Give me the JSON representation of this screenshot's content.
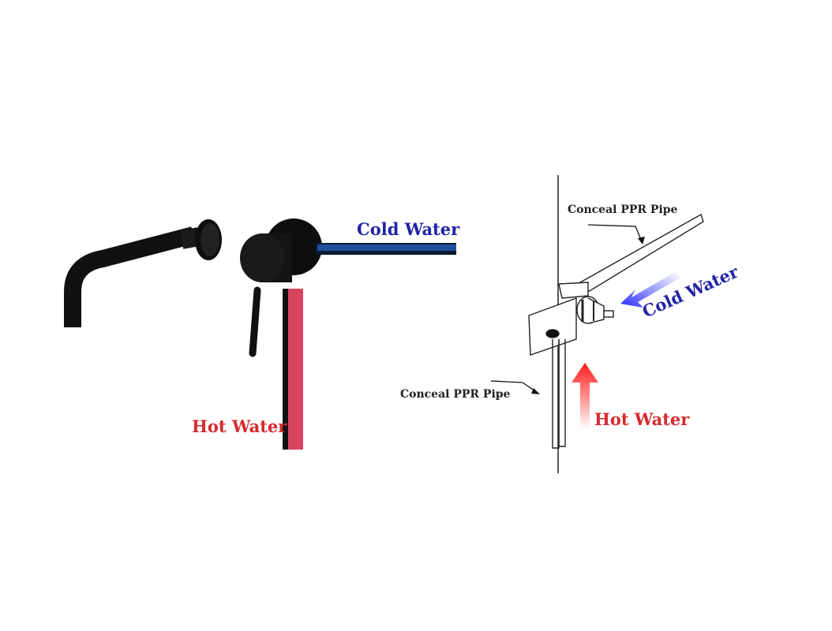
{
  "left_diagram": {
    "cold_label": "Cold Water",
    "hot_label": "Hot Water"
  },
  "right_diagram": {
    "upper_pipe_label": "Conceal PPR Pipe",
    "lower_pipe_label": "Conceal PPR Pipe",
    "cold_label": "Cold Water",
    "hot_label": "Hot Water"
  },
  "colors": {
    "cold": "#2323a6",
    "hot": "#d62a2e",
    "cold_pipe": "#1f4f9a",
    "hot_pipe": "#d9445e"
  }
}
